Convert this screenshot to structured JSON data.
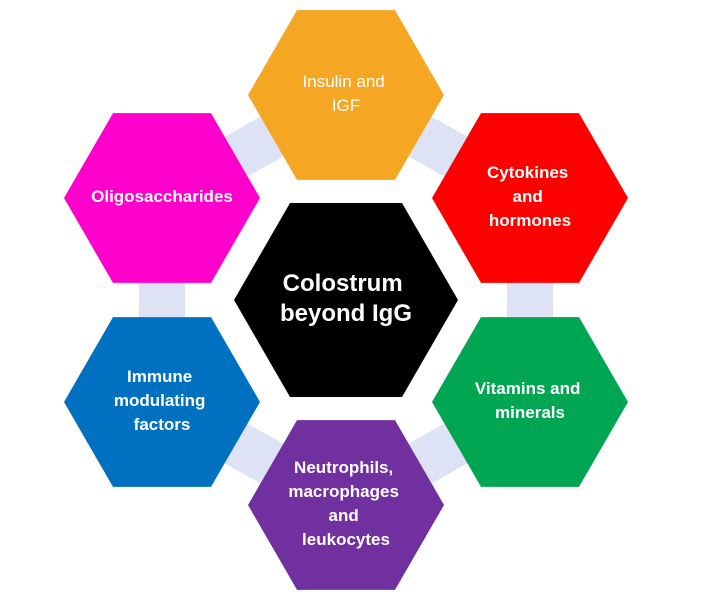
{
  "diagram": {
    "connector_color": "#dde3f4",
    "center": {
      "lines": [
        "Colostrum",
        "beyond IgG"
      ],
      "color": "#000000"
    },
    "nodes": [
      {
        "id": "insulin",
        "lines": [
          "Insulin and",
          "IGF"
        ],
        "color": "#f5a623"
      },
      {
        "id": "cytokines",
        "lines": [
          "Cytokines",
          "and",
          "hormones"
        ],
        "color": "#ff0000"
      },
      {
        "id": "vitamins",
        "lines": [
          "Vitamins and",
          "minerals"
        ],
        "color": "#00a651"
      },
      {
        "id": "neutrophils",
        "lines": [
          "Neutrophils,",
          "macrophages",
          "and",
          "leukocytes"
        ],
        "color": "#7030a0"
      },
      {
        "id": "immune",
        "lines": [
          "Immune",
          "modulating",
          "factors"
        ],
        "color": "#0070c0"
      },
      {
        "id": "oligosaccharides",
        "lines": [
          "Oligosaccharides"
        ],
        "color": "#ff00cc"
      }
    ]
  }
}
